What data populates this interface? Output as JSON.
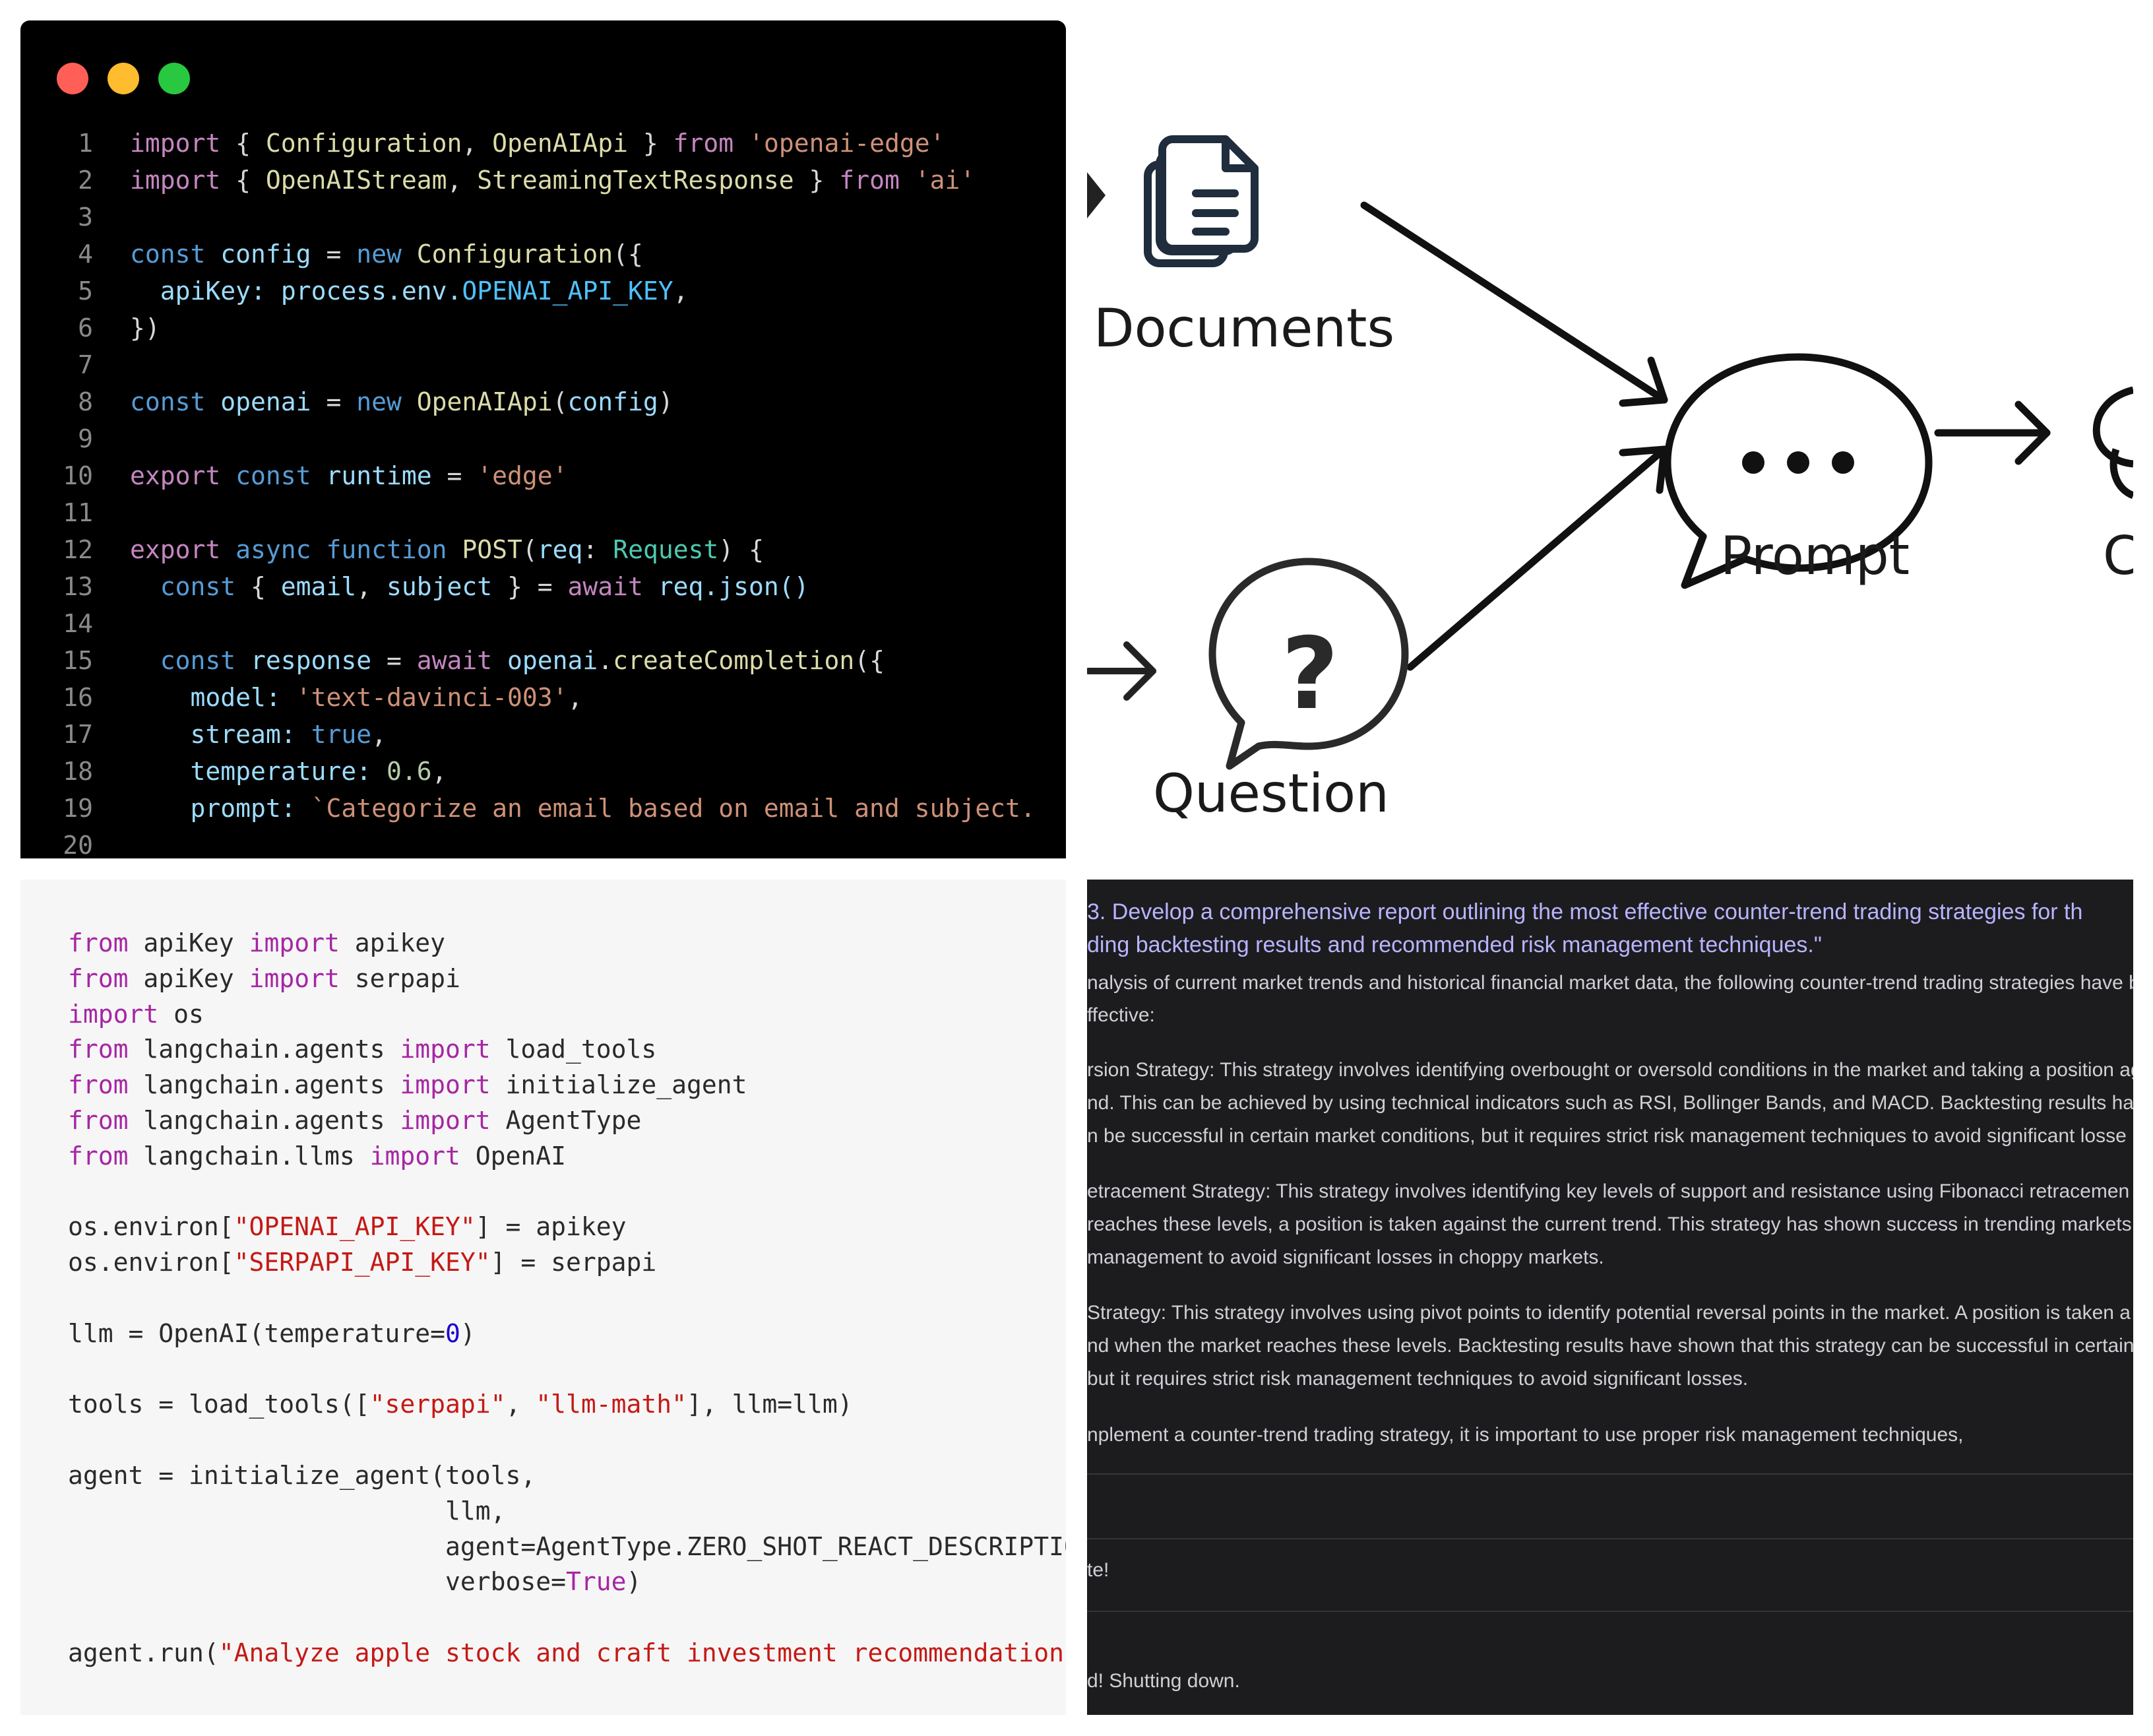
{
  "editor": {
    "window_dots": [
      {
        "name": "close",
        "color": "#ff5f57"
      },
      {
        "name": "minimize",
        "color": "#febc2e"
      },
      {
        "name": "maximize",
        "color": "#28c840"
      }
    ],
    "line_numbers": [
      "1",
      "2",
      "3",
      "4",
      "5",
      "6",
      "7",
      "8",
      "9",
      "10",
      "11",
      "12",
      "13",
      "14",
      "15",
      "16",
      "17",
      "18",
      "19",
      "20"
    ],
    "tokens": {
      "import": "import",
      "from": "from",
      "const": "const",
      "new": "new",
      "export": "export",
      "async": "async",
      "function": "function",
      "await": "await",
      "Configuration": "Configuration",
      "OpenAIApi": "OpenAIApi",
      "openai_edge": "'openai-edge'",
      "OpenAIStream": "OpenAIStream",
      "StreamingTextResponse": "StreamingTextResponse",
      "ai": "'ai'",
      "config": "config",
      "apiKey": "apiKey:",
      "process_env": "process.env.",
      "OPENAI_API_KEY": "OPENAI_API_KEY",
      "openai": "openai",
      "runtime": "runtime",
      "edge": "'edge'",
      "POST": "POST",
      "req": "req",
      "Request": "Request",
      "email": "email",
      "subject": "subject",
      "req_json": "req.json()",
      "response": "response",
      "createCompletion": "createCompletion",
      "model": "model:",
      "model_value": "'text-davinci-003'",
      "stream": "stream:",
      "true": "true",
      "temperature": "temperature:",
      "temp_value": "0.6",
      "prompt": "prompt:",
      "prompt_value": "`Categorize an email based on email and subject."
    }
  },
  "diagram": {
    "documents_label": "Documents",
    "prompt_label": "Prompt",
    "question_label": "Question",
    "cut_label": "C",
    "question_mark": "?",
    "icons": [
      "documents-icon",
      "chat-bubble-icon",
      "question-bubble-icon"
    ]
  },
  "python": {
    "t_from": "from",
    "t_import": "import",
    "apiKey_mod": "apiKey",
    "apikey": "apikey",
    "serpapi": "serpapi",
    "os": "os",
    "lc_agents": "langchain.agents",
    "load_tools": "load_tools",
    "initialize_agent": "initialize_agent",
    "AgentType": "AgentType",
    "lc_llms": "langchain.llms",
    "OpenAI": "OpenAI",
    "os_environ": "os.environ[",
    "OPENAI_API_KEY": "\"OPENAI_API_KEY\"",
    "SERPAPI_API_KEY": "\"SERPAPI_API_KEY\"",
    "close_eq": "] = ",
    "llm_assign": "llm = OpenAI(temperature=",
    "zero": "0",
    "rparen": ")",
    "tools_assign": "tools = load_tools([",
    "serpapi_str": "\"serpapi\"",
    "comma": ", ",
    "llm_math_str": "\"llm-math\"",
    "tools_tail": "], llm=llm)",
    "agent_assign": "agent = initialize_agent(tools,",
    "llm_arg": "                         llm,",
    "agent_arg": "                         agent=AgentType.ZERO_SHOT_REACT_DESCRIPTION,",
    "verbose_arg": "                         verbose=",
    "True": "True",
    "run_call": "agent.run(",
    "run_str": "\"Analyze apple stock and craft investment recommendations\""
  },
  "terminal": {
    "heading_1": "3. Develop a comprehensive report outlining the most effective counter-trend trading strategies for th",
    "heading_2": "ding backtesting results and recommended risk management techniques.\"",
    "p1_1": "nalysis of current market trends and historical financial market data, the following counter-trend trading strategies have b",
    "p1_2": "ffective:",
    "p2_1": "rsion Strategy: This strategy involves identifying overbought or oversold conditions in the market and taking a position ag",
    "p2_2": "nd. This can be achieved by using technical indicators such as RSI, Bollinger Bands, and MACD. Backtesting results have s",
    "p2_3": "n be successful in certain market conditions, but it requires strict risk management techniques to avoid significant losse",
    "p3_1": "etracement Strategy: This strategy involves identifying key levels of support and resistance using Fibonacci retracemen",
    "p3_2": " reaches these levels, a position is taken against the current trend. This strategy has shown success in trending markets",
    "p3_3": " management to avoid significant losses in choppy markets.",
    "p4_1": "Strategy: This strategy involves using pivot points to identify potential reversal points in the market. A position is taken a",
    "p4_2": "nd when the market reaches these levels. Backtesting results have shown that this strategy can be successful in certain",
    "p4_3": " but it requires strict risk management techniques to avoid significant losses.",
    "p5_1": "nplement a counter-trend trading strategy, it is important to use proper risk management techniques,",
    "done": "te!",
    "shutdown": "d! Shutting down."
  }
}
